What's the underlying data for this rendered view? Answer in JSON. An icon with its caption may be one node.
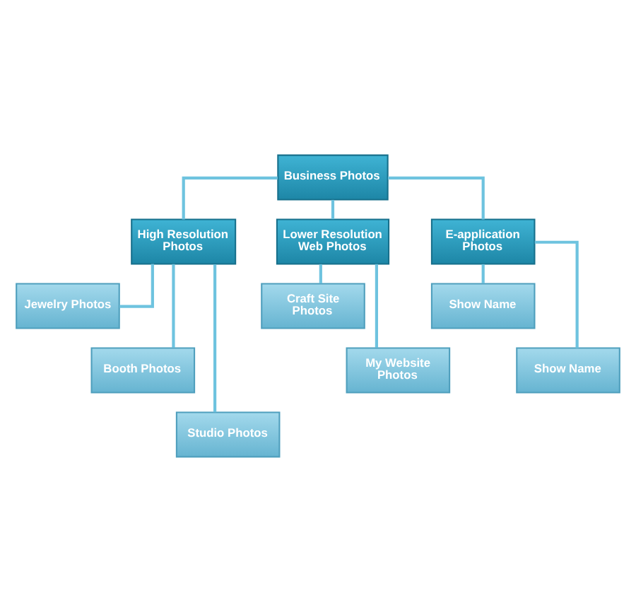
{
  "diagram": {
    "nodes": [
      {
        "text": [
          "Business Photos"
        ]
      },
      {
        "text": [
          "High Resolution Photos"
        ]
      },
      {
        "text": [
          "Lower Resolution Web Photos"
        ]
      },
      {
        "text": [
          "E-application Photos"
        ]
      },
      {
        "text": [
          "Jewelry Photos"
        ]
      },
      {
        "text": [
          "Booth Photos"
        ]
      },
      {
        "text": [
          "Studio Photos"
        ]
      },
      {
        "text": [
          "Craft Site Photos"
        ]
      },
      {
        "text": [
          "My Website Photos"
        ]
      },
      {
        "text": [
          "Show Name"
        ]
      },
      {
        "text": [
          "Show Name"
        ]
      }
    ],
    "edges": [
      {
        "from": 0,
        "to": 1,
        "arrow": "none"
      },
      {
        "from": 0,
        "to": 2,
        "arrow": "none"
      },
      {
        "from": 0,
        "to": 3,
        "arrow": "none"
      },
      {
        "from": 1,
        "to": 4,
        "arrow": "none"
      },
      {
        "from": 1,
        "to": 5,
        "arrow": "none"
      },
      {
        "from": 1,
        "to": 6,
        "arrow": "none"
      },
      {
        "from": 2,
        "to": 7,
        "arrow": "none"
      },
      {
        "from": 2,
        "to": 8,
        "arrow": "none"
      },
      {
        "from": 3,
        "to": 9,
        "arrow": "none"
      },
      {
        "from": 3,
        "to": 10,
        "arrow": "none"
      }
    ]
  }
}
